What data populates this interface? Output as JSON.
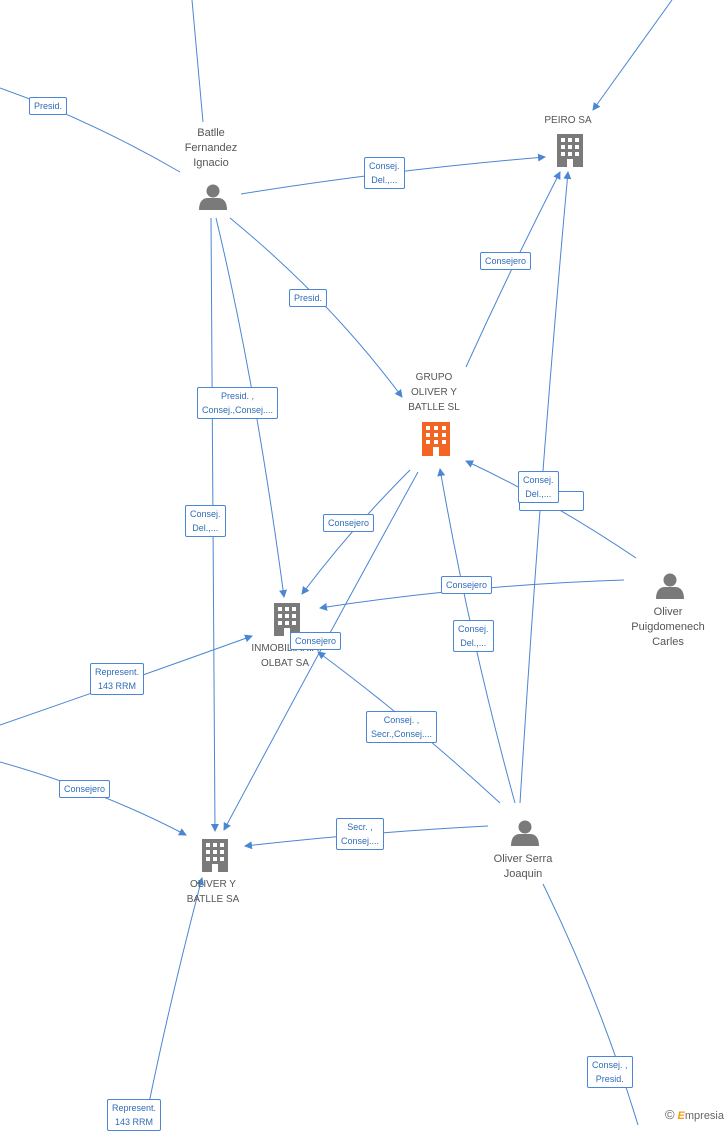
{
  "nodes": {
    "batlle": [
      "Batlle",
      "Fernandez",
      "Ignacio"
    ],
    "peiro": [
      "PEIRO SA"
    ],
    "grupo": [
      "GRUPO",
      "OLIVER Y",
      "BATLLE SL"
    ],
    "inmob": [
      "INMOBILIARIA",
      "OLBAT SA"
    ],
    "oliver_sa": [
      "OLIVER Y",
      "BATLLE SA"
    ],
    "puig": [
      "Oliver",
      "Puigdomenech",
      "Carles"
    ],
    "serra": [
      "Oliver Serra",
      "Joaquin"
    ]
  },
  "edge_labels": {
    "e1": [
      "Presid."
    ],
    "e2": [
      "Consej.",
      "Del.,..."
    ],
    "e3": [
      "Consejero"
    ],
    "e4": [
      "Presid."
    ],
    "e5": [
      "Presid. ,",
      "Consej.,Consej...."
    ],
    "e6": [
      "Consej.",
      "Del.,..."
    ],
    "e7": [
      "Consejero"
    ],
    "e8": [
      "Consej.",
      "Del.,..."
    ],
    "e9": [
      "Consejero"
    ],
    "e10": [
      "Consejero"
    ],
    "e11": [
      "Consej.",
      "Del.,..."
    ],
    "e12": [
      "Represent.",
      "143 RRM"
    ],
    "e13": [
      "Consej. ,",
      "Secr.,Consej...."
    ],
    "e14": [
      "Consejero"
    ],
    "e15": [
      "Secr. ,",
      "Consej...."
    ],
    "e16": [
      "Consej. ,",
      "Presid."
    ],
    "e17": [
      "Represent.",
      "143 RRM"
    ]
  },
  "footer": {
    "copyright": "©",
    "brand_e": "E",
    "brand_rest": "mpresia"
  },
  "colors": {
    "edge": "#4a86d4",
    "node": "#7a7a7a",
    "focus": "#f26522"
  }
}
